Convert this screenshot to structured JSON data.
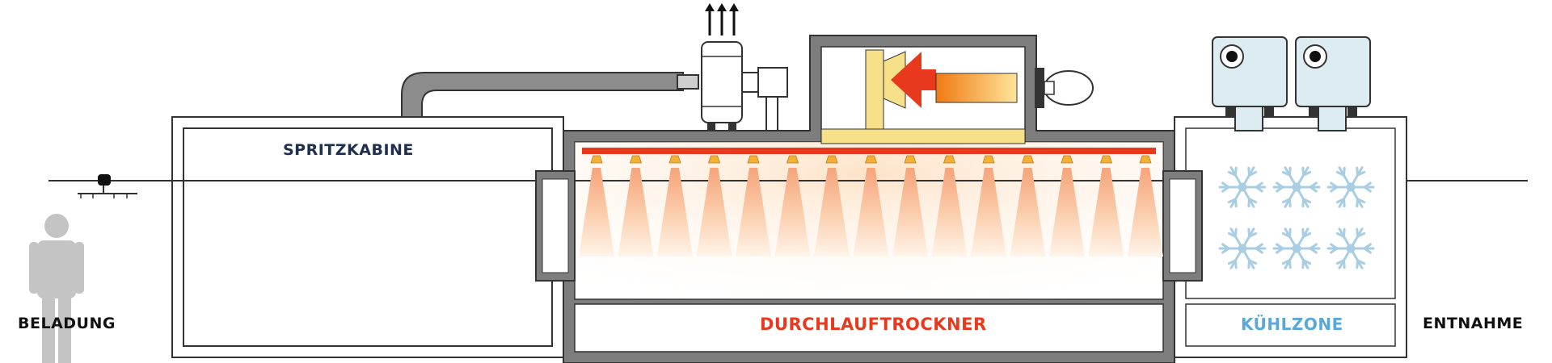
{
  "labels": {
    "beladung": "BELADUNG",
    "spritzkabine": "SPRITZKABINE",
    "durchlauftrockner": "DURCHLAUFTROCKNER",
    "kuehlzone": "KÜHLZONE",
    "entnahme": "ENTNAHME"
  },
  "colors": {
    "outline": "#333333",
    "housing": "#7d7d7d",
    "duct": "#8c8c8c",
    "heater_red": "#e8391e",
    "heater_yellow": "#f7e08a",
    "cooling_unit": "#dcecf0",
    "snowflake": "#a9cde3",
    "person": "#c4c4c4",
    "accent_text_kuehl": "#5aa8d8",
    "accent_text_spritz": "#1f2f4e"
  },
  "icons": [
    "person-icon",
    "conveyor-hanger-icon",
    "exhaust-fan-icon",
    "burner-icon",
    "cooling-unit-icon",
    "snowflake-icon",
    "arrow-up-icon"
  ]
}
